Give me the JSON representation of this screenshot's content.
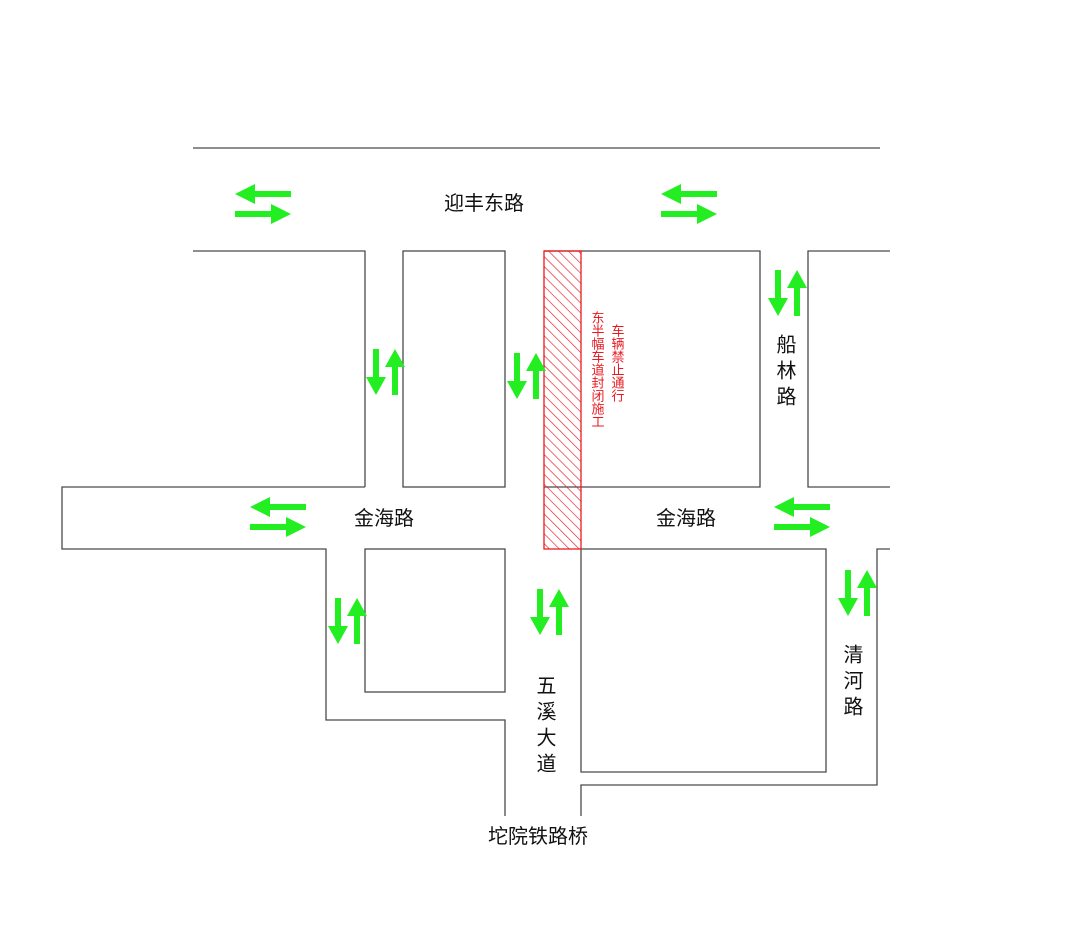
{
  "map": {
    "roads": {
      "yingfeng_east": "迎丰东路",
      "jinhai_west": "金海路",
      "jinhai_east": "金海路",
      "chuanlin": "船林路",
      "qinghe": "清河路",
      "wuxi": "五溪大道",
      "tuoyuan_bridge": "坨院铁路桥"
    },
    "closure": {
      "line1": "东半幅车道封闭施工",
      "line2": "车辆禁止通行"
    },
    "colors": {
      "road_line": "#4a4a4a",
      "arrow": "#22ee22",
      "closure": "#e8191f",
      "label": "#111111"
    },
    "icons": {
      "two_way_horizontal": "two-way-horizontal-arrow-icon",
      "two_way_vertical": "two-way-vertical-arrow-icon"
    }
  }
}
